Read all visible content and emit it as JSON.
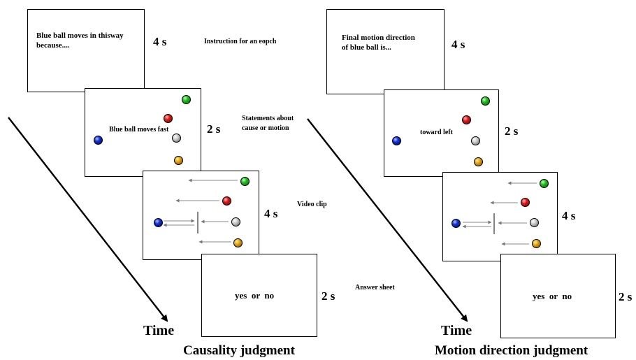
{
  "left_panel": {
    "frame1_text": [
      "Blue ball moves in thisway",
      "because...."
    ],
    "frame1_duration": "4 s",
    "frame1_note": "Instruction for an eopch",
    "frame2_text": "Blue ball moves fast",
    "frame2_duration": "2 s",
    "frame2_note": [
      "Statements about",
      "cause or motion"
    ],
    "frame3_duration": "4 s",
    "frame3_note": "Video clip",
    "frame4_text": "yes  or  no",
    "frame4_duration": "2 s",
    "frame4_note": "Answer sheet",
    "time_label": "Time",
    "title": "Causality judgment"
  },
  "right_panel": {
    "frame1_text": [
      "Final motion direction",
      "of blue ball is..."
    ],
    "frame1_duration": "4 s",
    "frame2_text": "toward left",
    "frame2_duration": "2 s",
    "frame3_duration": "4 s",
    "frame4_text": "yes  or  no",
    "frame4_duration": "2 s",
    "time_label": "Time",
    "title": "Motion direction judgment"
  },
  "colors": {
    "green_ball": "#20c020",
    "red_ball": "#e01a1a",
    "grey_ball": "#c8c8c8",
    "gold_ball": "#e0a010",
    "blue_ball": "#1432d8",
    "arrow_grey": "#888888"
  }
}
